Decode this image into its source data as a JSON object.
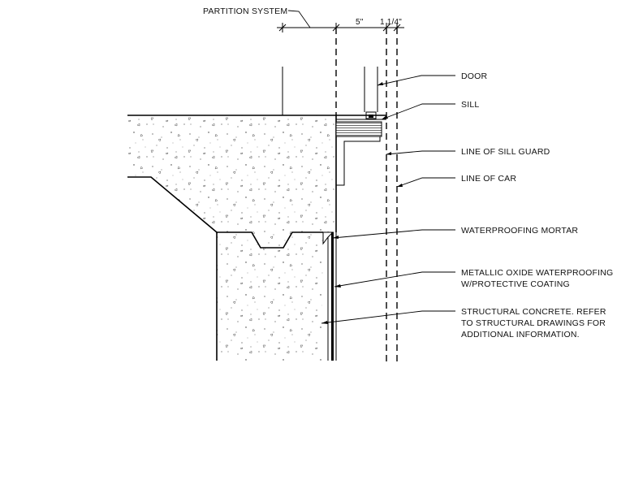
{
  "dimensions": {
    "partition_system": "PARTITION SYSTEM",
    "width_5": "5\"",
    "gap_1_4": "1 1/4\""
  },
  "callouts": {
    "door": "DOOR",
    "sill": "SILL",
    "line_of_sill_guard": "LINE OF SILL GUARD",
    "line_of_car": "LINE OF CAR",
    "waterproofing_mortar": "WATERPROOFING MORTAR",
    "metallic_oxide_line1": "METALLIC OXIDE WATERPROOFING",
    "metallic_oxide_line2": "W/PROTECTIVE COATING",
    "structural_line1": "STRUCTURAL CONCRETE. REFER",
    "structural_line2": "TO STRUCTURAL DRAWINGS FOR",
    "structural_line3": "ADDITIONAL INFORMATION."
  }
}
